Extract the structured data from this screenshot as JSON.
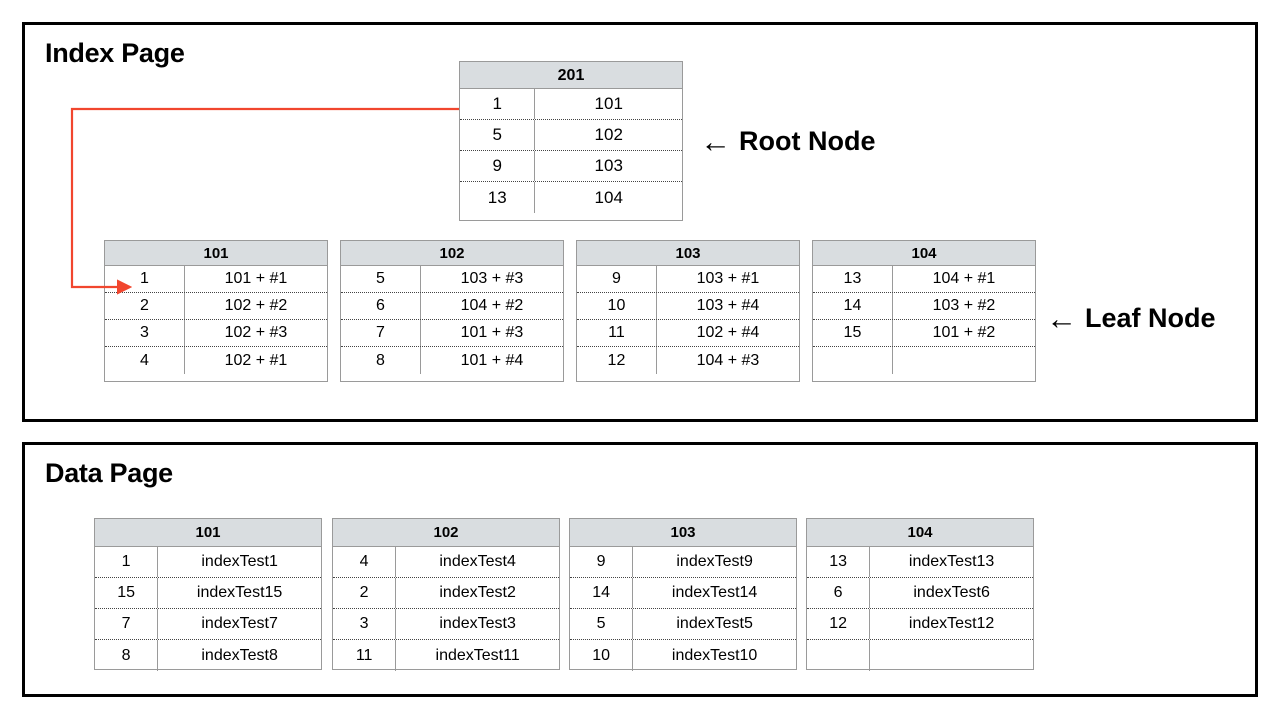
{
  "colors": {
    "header_fill": "#d9dde0",
    "border": "#9a9a9a",
    "outer_border": "#000000",
    "connector": "#f1462e"
  },
  "index_page": {
    "title": "Index Page",
    "root_annotation": {
      "arrow": "←",
      "label": "Root Node"
    },
    "leaf_annotation": {
      "arrow": "←",
      "label": "Leaf Node"
    },
    "root_node": {
      "header": "201",
      "rows": [
        {
          "key": "1",
          "value": "101"
        },
        {
          "key": "5",
          "value": "102"
        },
        {
          "key": "9",
          "value": "103"
        },
        {
          "key": "13",
          "value": "104"
        }
      ]
    },
    "leaf_nodes": [
      {
        "header": "101",
        "rows": [
          {
            "key": "1",
            "value": "101 + #1"
          },
          {
            "key": "2",
            "value": "102 + #2"
          },
          {
            "key": "3",
            "value": "102 + #3"
          },
          {
            "key": "4",
            "value": "102 + #1"
          }
        ]
      },
      {
        "header": "102",
        "rows": [
          {
            "key": "5",
            "value": "103 + #3"
          },
          {
            "key": "6",
            "value": "104 + #2"
          },
          {
            "key": "7",
            "value": "101 + #3"
          },
          {
            "key": "8",
            "value": "101 + #4"
          }
        ]
      },
      {
        "header": "103",
        "rows": [
          {
            "key": "9",
            "value": "103 + #1"
          },
          {
            "key": "10",
            "value": "103 + #4"
          },
          {
            "key": "11",
            "value": "102 + #4"
          },
          {
            "key": "12",
            "value": "104 + #3"
          }
        ]
      },
      {
        "header": "104",
        "rows": [
          {
            "key": "13",
            "value": "104 + #1"
          },
          {
            "key": "14",
            "value": "103 + #2"
          },
          {
            "key": "15",
            "value": "101 + #2"
          },
          {
            "key": "",
            "value": ""
          }
        ]
      }
    ]
  },
  "data_page": {
    "title": "Data Page",
    "nodes": [
      {
        "header": "101",
        "rows": [
          {
            "key": "1",
            "value": "indexTest1"
          },
          {
            "key": "15",
            "value": "indexTest15"
          },
          {
            "key": "7",
            "value": "indexTest7"
          },
          {
            "key": "8",
            "value": "indexTest8"
          }
        ]
      },
      {
        "header": "102",
        "rows": [
          {
            "key": "4",
            "value": "indexTest4"
          },
          {
            "key": "2",
            "value": "indexTest2"
          },
          {
            "key": "3",
            "value": "indexTest3"
          },
          {
            "key": "11",
            "value": "indexTest11"
          }
        ]
      },
      {
        "header": "103",
        "rows": [
          {
            "key": "9",
            "value": "indexTest9"
          },
          {
            "key": "14",
            "value": "indexTest14"
          },
          {
            "key": "5",
            "value": "indexTest5"
          },
          {
            "key": "10",
            "value": "indexTest10"
          }
        ]
      },
      {
        "header": "104",
        "rows": [
          {
            "key": "13",
            "value": "indexTest13"
          },
          {
            "key": "6",
            "value": "indexTest6"
          },
          {
            "key": "12",
            "value": "indexTest12"
          },
          {
            "key": "",
            "value": ""
          }
        ]
      }
    ]
  }
}
